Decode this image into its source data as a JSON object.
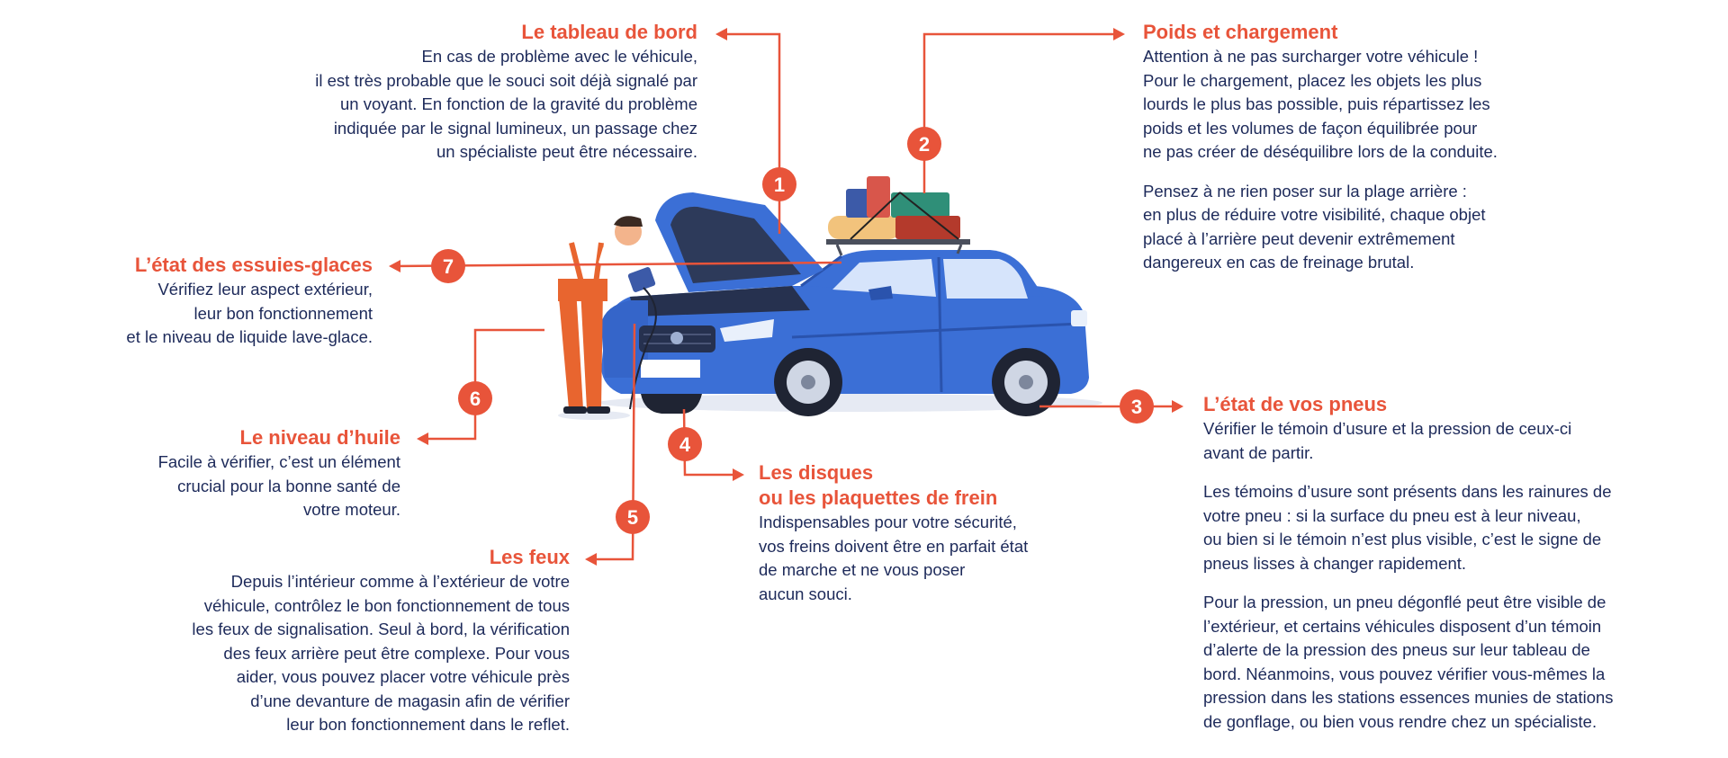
{
  "colors": {
    "accent": "#e8543a",
    "text": "#1d2a5a",
    "car": "#3b6fd6",
    "car_dark": "#2a53ad"
  },
  "icons": {
    "illustration": "car-maintenance-illustration",
    "mechanic": "mechanic-illustration"
  },
  "sections": {
    "dashboard": {
      "number": "1",
      "title": "Le tableau de bord",
      "paragraphs": [
        [
          "En cas de problème avec le véhicule,",
          "il est très probable que le souci soit déjà signalé par",
          "un voyant. En fonction de la gravité du problème",
          "indiquée par le signal lumineux, un passage chez",
          "un spécialiste peut être nécessaire."
        ]
      ]
    },
    "load": {
      "number": "2",
      "title": "Poids et chargement",
      "paragraphs": [
        [
          "Attention à ne pas surcharger votre véhicule !",
          "Pour le chargement, placez les objets les plus",
          "lourds le plus bas possible, puis répartissez les",
          "poids et les volumes de façon équilibrée pour",
          "ne pas créer de déséquilibre lors de la conduite."
        ],
        [
          "Pensez à ne rien poser sur la plage arrière :",
          "en plus de réduire votre visibilité, chaque objet",
          "placé à l’arrière peut   devenir extrêmement",
          "dangereux en cas de freinage brutal."
        ]
      ]
    },
    "tires": {
      "number": "3",
      "title": "L’état de vos pneus",
      "paragraphs": [
        [
          "Vérifier le témoin d’usure et la pression de ceux-ci",
          "avant de partir."
        ],
        [
          "Les témoins d’usure sont présents dans les rainures de",
          "votre pneu : si la surface du pneu est à leur niveau,",
          "ou bien si le témoin n’est plus visible, c’est le signe de",
          "pneus lisses à changer rapidement."
        ],
        [
          "Pour la pression, un pneu dégonflé peut être visible de",
          "l’extérieur, et certains véhicules disposent d’un témoin",
          "d’alerte de la pression des pneus sur leur tableau de",
          "bord. Néanmoins, vous pouvez vérifier vous-mêmes la",
          "pression dans les stations essences munies de stations",
          "de gonflage, ou bien vous rendre chez un spécialiste."
        ]
      ]
    },
    "brakes": {
      "number": "4",
      "title_lines": [
        "Les disques",
        "ou les plaquettes de frein"
      ],
      "paragraphs": [
        [
          "Indispensables pour votre sécurité,",
          "vos freins doivent être en parfait état",
          "de marche et ne vous poser",
          "aucun souci."
        ]
      ]
    },
    "lights": {
      "number": "5",
      "title": "Les feux",
      "paragraphs": [
        [
          "Depuis l’intérieur comme à l’extérieur de votre",
          "véhicule, contrôlez le bon fonctionnement de tous",
          "les feux de signalisation. Seul à bord, la vérification",
          "des feux arrière peut être complexe. Pour vous",
          "aider, vous pouvez placer votre véhicule près",
          "d’une devanture de magasin afin de vérifier",
          "leur bon fonctionnement dans le reflet."
        ]
      ]
    },
    "oil": {
      "number": "6",
      "title": "Le niveau d’huile",
      "paragraphs": [
        [
          "Facile à vérifier, c’est un élément",
          "crucial pour la bonne santé de",
          "votre moteur."
        ]
      ]
    },
    "wipers": {
      "number": "7",
      "title": "L’état des essuies-glaces",
      "paragraphs": [
        [
          "Vérifiez leur aspect extérieur,",
          "leur bon fonctionnement",
          "et le niveau de liquide lave-glace."
        ]
      ]
    }
  }
}
